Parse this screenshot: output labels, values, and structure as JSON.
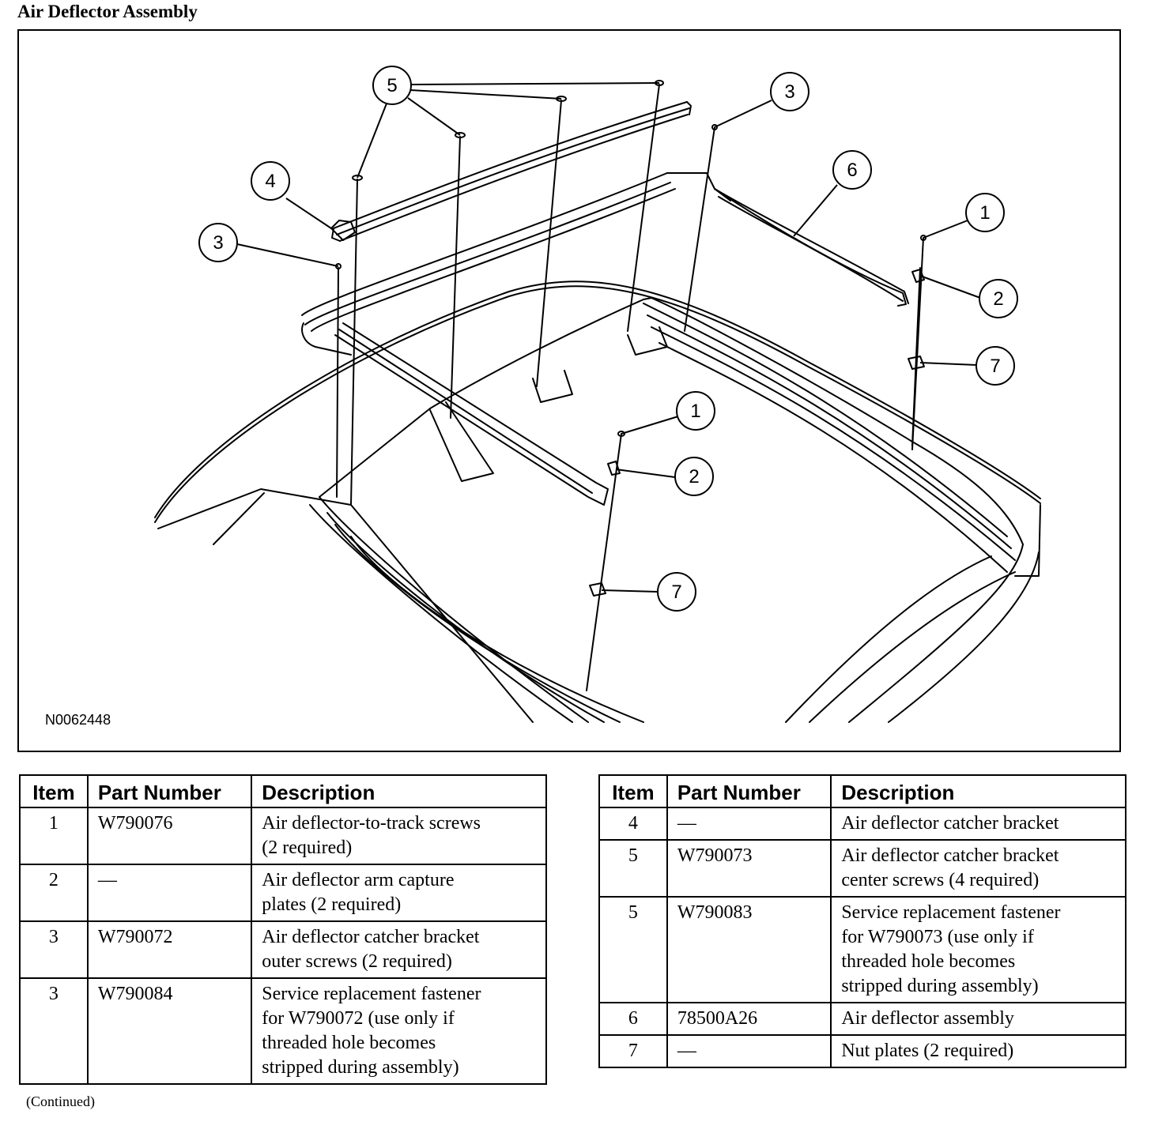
{
  "title": "Air Deflector Assembly",
  "figure_id": "N0062448",
  "callouts": [
    "5",
    "3",
    "6",
    "4",
    "1",
    "3",
    "2",
    "7",
    "1",
    "2",
    "7"
  ],
  "table_headers": {
    "item": "Item",
    "part_number": "Part Number",
    "description": "Description"
  },
  "table_left": [
    {
      "item": "1",
      "part": "W790076",
      "desc": [
        "Air deflector-to-track screws",
        "(2 required)"
      ]
    },
    {
      "item": "2",
      "part": "—",
      "desc": [
        "Air deflector arm capture",
        "plates (2 required)"
      ]
    },
    {
      "item": "3",
      "part": "W790072",
      "desc": [
        "Air deflector catcher bracket",
        "outer screws (2 required)"
      ]
    },
    {
      "item": "3",
      "part": "W790084",
      "desc": [
        "Service replacement fastener",
        "for W790072 (use only if",
        "threaded hole becomes",
        "stripped during assembly)"
      ]
    }
  ],
  "table_right": [
    {
      "item": "4",
      "part": "—",
      "desc": [
        "Air deflector catcher bracket"
      ]
    },
    {
      "item": "5",
      "part": "W790073",
      "desc": [
        "Air deflector catcher bracket",
        "center screws (4 required)"
      ]
    },
    {
      "item": "5",
      "part": "W790083",
      "desc": [
        "Service replacement fastener",
        "for W790073 (use only if",
        "threaded hole becomes",
        "stripped during assembly)"
      ]
    },
    {
      "item": "6",
      "part": "78500A26",
      "desc": [
        "Air deflector assembly"
      ]
    },
    {
      "item": "7",
      "part": "—",
      "desc": [
        "Nut plates (2 required)"
      ]
    }
  ],
  "continued": "(Continued)"
}
